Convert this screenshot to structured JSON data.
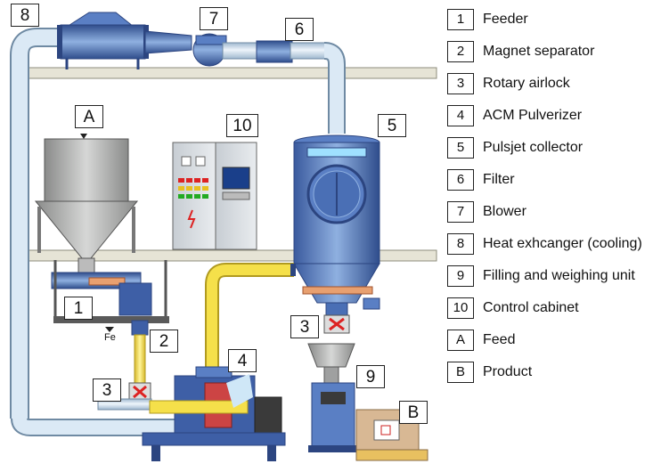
{
  "callouts": {
    "c8": "8",
    "c7": "7",
    "c6": "6",
    "cA": "A",
    "c10": "10",
    "c5": "5",
    "c1": "1",
    "c2": "2",
    "c3a": "3",
    "c3b": "3",
    "c4": "4",
    "c9": "9",
    "cB": "B"
  },
  "fe_label": "Fe",
  "legend": [
    {
      "key": "1",
      "label": "Feeder"
    },
    {
      "key": "2",
      "label": "Magnet separator"
    },
    {
      "key": "3",
      "label": "Rotary airlock"
    },
    {
      "key": "4",
      "label": "ACM Pulverizer"
    },
    {
      "key": "5",
      "label": "Pulsjet collector"
    },
    {
      "key": "6",
      "label": "Filter"
    },
    {
      "key": "7",
      "label": "Blower"
    },
    {
      "key": "8",
      "label": "Heat exhcanger (cooling)"
    },
    {
      "key": "9",
      "label": "Filling and weighing unit"
    },
    {
      "key": "10",
      "label": "Control cabinet"
    },
    {
      "key": "A",
      "label": "Feed"
    },
    {
      "key": "B",
      "label": "Product"
    }
  ],
  "colors": {
    "duct": "#cfe2f1",
    "equipment_blue": "#4a6fb5",
    "shelf": "#e6e4d6",
    "product_pipe": "#f5e04a",
    "hopper": "#a9aaa9"
  }
}
